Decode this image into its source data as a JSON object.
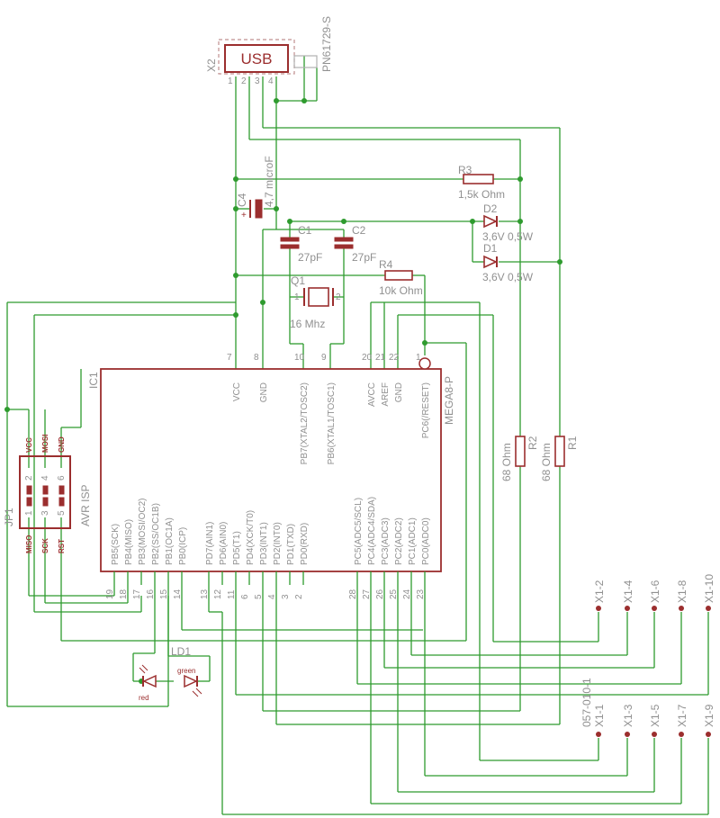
{
  "parts": {
    "usb": {
      "ref": "X2",
      "body": "USB",
      "value": "PN61729-S",
      "pins": [
        "1",
        "2",
        "3",
        "4"
      ]
    },
    "c4": {
      "ref": "C4",
      "value": "4,7 microF"
    },
    "c1": {
      "ref": "C1",
      "value": "27pF"
    },
    "c2": {
      "ref": "C2",
      "value": "27pF"
    },
    "r3": {
      "ref": "R3",
      "value": "1,5k Ohm"
    },
    "r4": {
      "ref": "R4",
      "value": "10k Ohm"
    },
    "d2": {
      "ref": "D2",
      "value": "3,6V 0,5W"
    },
    "d1": {
      "ref": "D1",
      "value": "3,6V 0,5W"
    },
    "q1": {
      "ref": "Q1",
      "value": "16 Mhz",
      "pin1": "1",
      "pin2": "2"
    },
    "r2": {
      "ref": "R2",
      "value": "68 Ohm"
    },
    "r1": {
      "ref": "R1",
      "value": "68 Ohm"
    },
    "ic1": {
      "ref": "IC1",
      "value": "MEGA8-P",
      "top_pins": [
        {
          "num": "7",
          "name": "VCC"
        },
        {
          "num": "8",
          "name": "GND"
        },
        {
          "num": "10",
          "name": "PB7(XTAL2/TOSC2)"
        },
        {
          "num": "9",
          "name": "PB6(XTAL1/TOSC1)"
        },
        {
          "num": "20",
          "name": "AVCC"
        },
        {
          "num": "21",
          "name": "AREF"
        },
        {
          "num": "22",
          "name": "GND"
        },
        {
          "num": "1",
          "name": "PC6(/RESET)"
        }
      ],
      "bottom_pins": [
        {
          "num": "19",
          "name": "PB5(SCK)"
        },
        {
          "num": "18",
          "name": "PB4(MISO)"
        },
        {
          "num": "17",
          "name": "PB3(MOSI/OC2)"
        },
        {
          "num": "16",
          "name": "PB2(SS/OC1B)"
        },
        {
          "num": "15",
          "name": "PB1(OC1A)"
        },
        {
          "num": "14",
          "name": "PB0(ICP)"
        },
        {
          "num": "13",
          "name": "PD7(AIN1)"
        },
        {
          "num": "12",
          "name": "PD6(AIN0)"
        },
        {
          "num": "11",
          "name": "PD5(T1)"
        },
        {
          "num": "6",
          "name": "PD4(XCK/T0)"
        },
        {
          "num": "5",
          "name": "PD3(INT1)"
        },
        {
          "num": "4",
          "name": "PD2(INT0)"
        },
        {
          "num": "3",
          "name": "PD1(TXD)"
        },
        {
          "num": "2",
          "name": "PD0(RXD)"
        },
        {
          "num": "28",
          "name": "PC5(ADC5/SCL)"
        },
        {
          "num": "27",
          "name": "PC4(ADC4/SDA)"
        },
        {
          "num": "26",
          "name": "PC3(ADC3)"
        },
        {
          "num": "25",
          "name": "PC2(ADC2)"
        },
        {
          "num": "24",
          "name": "PC1(ADC1)"
        },
        {
          "num": "23",
          "name": "PC0(ADC0)"
        }
      ]
    },
    "jp1": {
      "ref": "JP1",
      "value": "AVR ISP",
      "top_labels": [
        "VCC",
        "MOSI",
        "GND"
      ],
      "bottom_labels": [
        "MISO",
        "SCK",
        "RST"
      ],
      "pins_even": [
        "2",
        "4",
        "6"
      ],
      "pins_odd": [
        "1",
        "3",
        "5"
      ]
    },
    "ld1": {
      "ref": "LD1",
      "red": "red",
      "green": "green"
    },
    "x1": {
      "value": "057-010-1",
      "top": [
        "X1-2",
        "X1-4",
        "X1-6",
        "X1-8",
        "X1-10"
      ],
      "bottom": [
        "X1-1",
        "X1-3",
        "X1-5",
        "X1-7",
        "X1-9"
      ]
    }
  },
  "colors": {
    "wire": "#2e9b2e",
    "part": "#9b2e2e",
    "text": "#909090"
  }
}
